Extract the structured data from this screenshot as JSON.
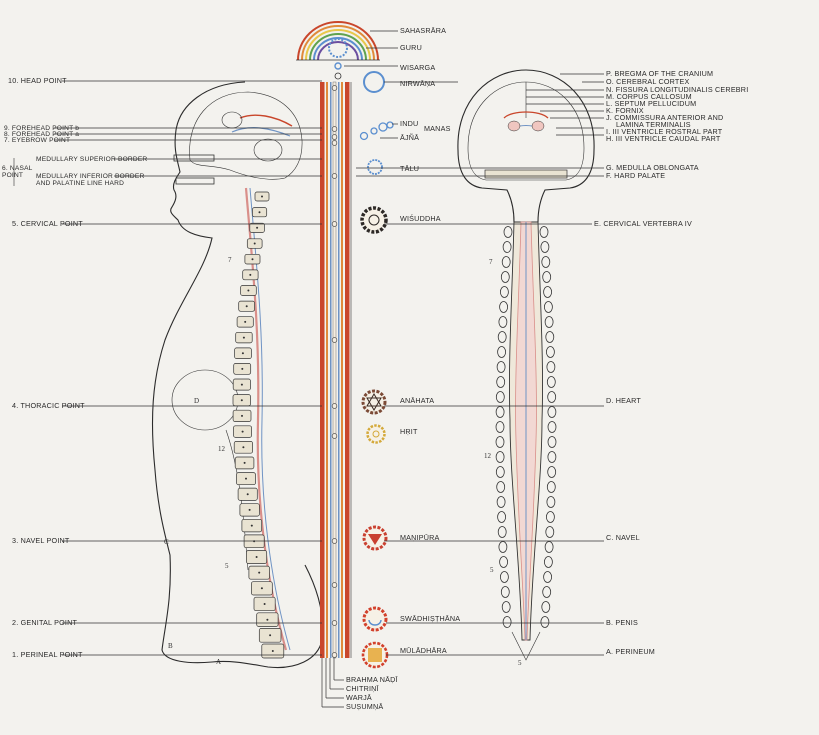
{
  "left_labels": {
    "head_point": "10. HEAD POINT",
    "forehead_b": "9. FOREHEAD POINT  b",
    "forehead_a": "8. FOREHEAD POINT  a",
    "eyebrow": "7. EYEBROW POINT",
    "nasal_num": "6. NASAL",
    "nasal_word": "POINT",
    "medullary_superior": "MEDULLARY SUPERIOR BORDER",
    "medullary_inferior_1": "MEDULLARY INFERIOR BORDER",
    "medullary_inferior_2": "AND PALATINE LINE HARD",
    "cervical": "5. CERVICAL POINT",
    "thoracic": "4. THORACIC POINT",
    "navel": "3. NAVEL POINT",
    "genital": "2. GENITAL POINT",
    "perineal": "1. PERINEAL POINT"
  },
  "chakras": {
    "sahasrara": "SAHASRĀRA",
    "guru": "GURU",
    "wisarga": "WISARGA",
    "nirwana": "NIRWĀṆA",
    "indu": "INDU",
    "manas": "MANAS",
    "ajna": "ĀJÑĀ",
    "talu": "TĀLU",
    "wisuddha": "WIŚUDDHA",
    "anahata": "ANĀHATA",
    "hrit": "HṚIT",
    "manipura": "MAṆIPŪRA",
    "swadhisthana": "SWĀDHIṢṬHĀNA",
    "muladhara": "MŪLĀDHĀRA"
  },
  "nadis": {
    "brahma": "BRAHMA  NĀḌĪ",
    "chitrini": "CHITRIṆĪ",
    "warja": "WARJĀ",
    "susumna": "SUṢUMṆĀ"
  },
  "right_labels": {
    "p": "P. BREGMA OF THE CRANIUM",
    "o": "O. CEREBRAL CORTEX",
    "n": "N. FISSURA LONGITUDINALIS CEREBRI",
    "m": "M. CORPUS CALLOSUM",
    "l": "L. SEPTUM PELLUCIDUM",
    "k": "K. FORNIX",
    "j": "J. COMMISSURA ANTERIOR AND",
    "j2": "LAMINA TERMINALIS",
    "i": "I. III VENTRICLE ROSTRAL PART",
    "h": "H. III VENTRICLE CAUDAL PART",
    "g": "G. MEDULLA OBLONGATA",
    "f": "F. HARD PALATE",
    "e": "E. CERVICAL VERTEBRA IV",
    "d": "D. HEART",
    "c": "C. NAVEL",
    "b": "B. PENIS",
    "a": "A. PERINEUM"
  },
  "figure_letters": {
    "d_left": "D",
    "c_left": "C",
    "b_left": "B",
    "a_left": "A",
    "seven": "7",
    "twelve_left": "12",
    "five_left": "5",
    "seven_right": "7",
    "twelve_right": "12",
    "five_right": "5",
    "five_bottom": "5"
  },
  "colors": {
    "background": "#f3f2ee",
    "channel_red": "#c9462b",
    "channel_orange": "#e08a3a",
    "channel_blue": "#6f93c4",
    "chakra_blue": "#5b8fcf",
    "wisuddha_dark": "#2d2926",
    "anahata_brown": "#7b4a36",
    "hrit_gold": "#d4a93a",
    "manipura_red": "#c94030",
    "swadhisthana_red": "#d2412c",
    "muladhara_gold": "#e8b250",
    "spine_fill": "#e9e3d2",
    "cord_pink": "#d98f8a"
  }
}
